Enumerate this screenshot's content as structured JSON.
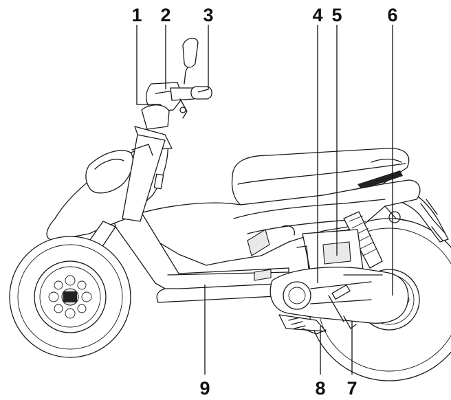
{
  "callouts": [
    {
      "id": "1",
      "label": "1"
    },
    {
      "id": "2",
      "label": "2"
    },
    {
      "id": "3",
      "label": "3"
    },
    {
      "id": "4",
      "label": "4"
    },
    {
      "id": "5",
      "label": "5"
    },
    {
      "id": "6",
      "label": "6"
    },
    {
      "id": "7",
      "label": "7"
    },
    {
      "id": "8",
      "label": "8"
    },
    {
      "id": "9",
      "label": "9"
    }
  ],
  "colors": {
    "line": "#1a1a1a",
    "background": "#ffffff",
    "shade": "#e9e9e9"
  }
}
